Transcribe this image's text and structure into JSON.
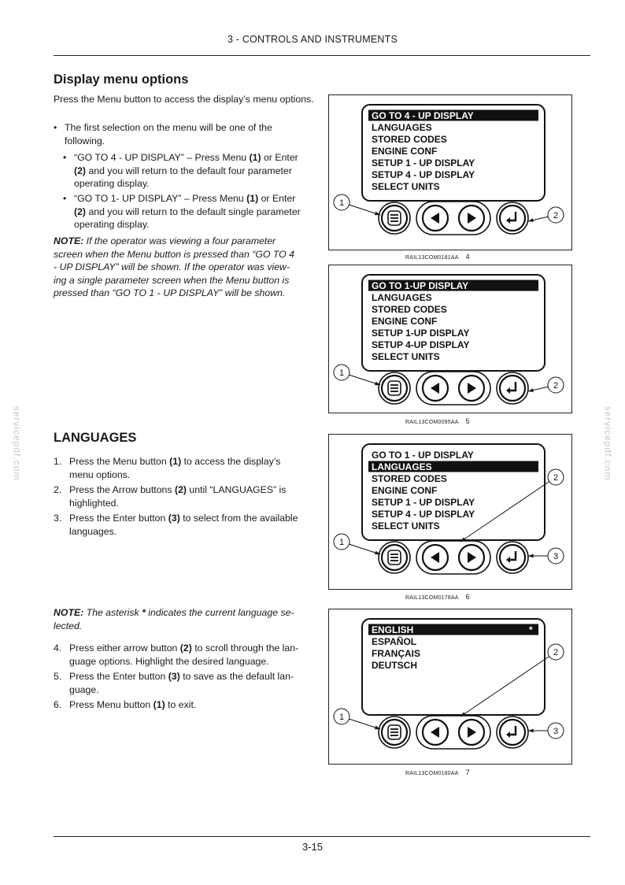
{
  "header": {
    "running_head": "3 - CONTROLS AND INSTRUMENTS"
  },
  "footer": {
    "page_number": "3-15"
  },
  "watermark": {
    "text": "servicepdf.com"
  },
  "display_menu": {
    "heading": "Display menu options",
    "intro": "Press the Menu button to access the display’s menu options.",
    "bullet_main": [
      "The first selection on the menu will be one of the",
      "following."
    ],
    "sub1": [
      [
        {
          "t": "“GO TO 4 - UP DISPLAY” – Press Menu "
        },
        {
          "t": "(1)",
          "b": true
        },
        {
          "t": " or Enter"
        }
      ],
      [
        {
          "t": "(2)",
          "b": true
        },
        {
          "t": " and you will return to the default four parameter"
        }
      ],
      [
        {
          "t": "operating display."
        }
      ]
    ],
    "sub2": [
      [
        {
          "t": "“GO TO 1- UP DISPLAY” – Press Menu "
        },
        {
          "t": "(1)",
          "b": true
        },
        {
          "t": " or Enter"
        }
      ],
      [
        {
          "t": "(2)",
          "b": true
        },
        {
          "t": " and you will return to the default single parameter"
        }
      ],
      [
        {
          "t": "operating display."
        }
      ]
    ],
    "note_label": "NOTE:",
    "note_lines": [
      " If the operator was viewing a four parameter",
      "screen when the Menu button is pressed than “GO TO 4",
      "- UP DISPLAY” will be shown.  If the operator was view-",
      "ing a single parameter screen when the Menu button is",
      "pressed than “GO TO 1 - UP DISPLAY” will be shown."
    ]
  },
  "languages": {
    "heading": "LANGUAGES",
    "steps1": [
      {
        "num": "1.",
        "lines": [
          [
            {
              "t": "Press the Menu button "
            },
            {
              "t": "(1)",
              "b": true
            },
            {
              "t": " to access the display’s"
            }
          ],
          [
            {
              "t": "menu options."
            }
          ]
        ]
      },
      {
        "num": "2.",
        "lines": [
          [
            {
              "t": "Press the Arrow buttons "
            },
            {
              "t": "(2)",
              "b": true
            },
            {
              "t": " until “LANGUAGES” is"
            }
          ],
          [
            {
              "t": "highlighted."
            }
          ]
        ]
      },
      {
        "num": "3.",
        "lines": [
          [
            {
              "t": "Press the Enter button "
            },
            {
              "t": "(3)",
              "b": true
            },
            {
              "t": " to select from the available"
            }
          ],
          [
            {
              "t": "languages."
            }
          ]
        ]
      }
    ],
    "note_label": "NOTE:",
    "note_lines": [
      [
        {
          "t": " The asterisk "
        },
        {
          "t": "*",
          "b": true
        },
        {
          "t": " indicates the current language se-"
        }
      ],
      [
        {
          "t": "lected."
        }
      ]
    ],
    "steps2": [
      {
        "num": "4.",
        "lines": [
          [
            {
              "t": "Press either arrow button "
            },
            {
              "t": "(2)",
              "b": true
            },
            {
              "t": " to scroll through the lan-"
            }
          ],
          [
            {
              "t": "guage options. Highlight the desired language."
            }
          ]
        ]
      },
      {
        "num": "5.",
        "lines": [
          [
            {
              "t": "Press the Enter button "
            },
            {
              "t": "(3)",
              "b": true
            },
            {
              "t": " to save as the default lan-"
            }
          ],
          [
            {
              "t": "guage."
            }
          ]
        ]
      },
      {
        "num": "6.",
        "lines": [
          [
            {
              "t": "Press Menu button "
            },
            {
              "t": "(1)",
              "b": true
            },
            {
              "t": " to exit."
            }
          ]
        ]
      }
    ]
  },
  "figures": [
    {
      "caption": "RAIL13COM0181AA",
      "number": "4",
      "items": [
        "GO TO 4 - UP DISPLAY",
        "LANGUAGES",
        "STORED CODES",
        "ENGINE CONF",
        "SETUP 1 - UP DISPLAY",
        "SETUP 4 - UP DISPLAY",
        "SELECT UNITS"
      ],
      "highlighted": 0,
      "asterisk": "",
      "callouts": [
        {
          "label": "1",
          "target": "menu"
        },
        {
          "label": "2",
          "target": "enter"
        }
      ]
    },
    {
      "caption": "RAIL13COM0095AA",
      "number": "5",
      "items": [
        "GO TO 1-UP DISPLAY",
        "LANGUAGES",
        "STORED CODES",
        "ENGINE CONF",
        "SETUP 1-UP DISPLAY",
        "SETUP 4-UP DISPLAY",
        "SELECT UNITS"
      ],
      "highlighted": 0,
      "asterisk": "",
      "callouts": [
        {
          "label": "1",
          "target": "menu"
        },
        {
          "label": "2",
          "target": "enter"
        }
      ]
    },
    {
      "caption": "RAIL13COM0178AA",
      "number": "6",
      "items": [
        "GO TO 1 - UP DISPLAY",
        "LANGUAGES",
        "STORED CODES",
        "ENGINE CONF",
        "SETUP 1 - UP DISPLAY",
        "SETUP 4 - UP DISPLAY",
        "SELECT UNITS"
      ],
      "highlighted": 1,
      "asterisk": "",
      "callouts": [
        {
          "label": "1",
          "target": "menu"
        },
        {
          "label": "2",
          "target": "arrows"
        },
        {
          "label": "3",
          "target": "enter"
        }
      ]
    },
    {
      "caption": "RAIL13COM0180AA",
      "number": "7",
      "items": [
        "ENGLISH",
        "ESPAÑOL",
        "FRANÇAIS",
        "DEUTSCH"
      ],
      "highlighted": 0,
      "asterisk": "*",
      "callouts": [
        {
          "label": "1",
          "target": "menu"
        },
        {
          "label": "2",
          "target": "arrows"
        },
        {
          "label": "3",
          "target": "enter"
        }
      ]
    }
  ]
}
